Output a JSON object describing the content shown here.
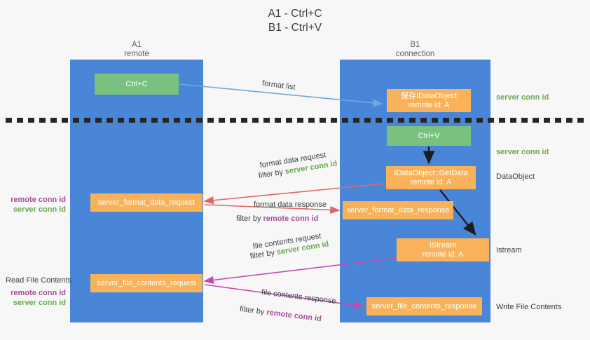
{
  "title": "A1 - Ctrl+C\nB1 - Ctrl+V",
  "columns": {
    "left": {
      "name": "A1",
      "sub": "remote",
      "header": "A1\nremote"
    },
    "right": {
      "name": "B1",
      "sub": "connection",
      "header": "B1\nconnection"
    }
  },
  "colors": {
    "lane": "#4a86d8",
    "green_box": "#7ac17f",
    "orange_box": "#f9b25a",
    "server_conn_id": "#6aa84f",
    "remote_conn_id": "#a64d9a",
    "arrow_blue": "#6fa8dc",
    "arrow_red": "#e06666",
    "arrow_magenta": "#c24bb5",
    "arrow_dark": "#1c1c1c",
    "dashed_line": "#262626",
    "background": "#f7f7f7"
  },
  "boxes": {
    "ctrl_c": {
      "label": "Ctrl+C",
      "type": "green"
    },
    "save_idataobject": {
      "label": "保存IDataObject\nremote id: A",
      "type": "orange"
    },
    "ctrl_v": {
      "label": "Ctrl+V",
      "type": "green"
    },
    "getdata": {
      "label": "IDataObject::GetData\nremote id: A",
      "type": "orange"
    },
    "istream": {
      "label": "IStream\nremote id: A",
      "type": "orange"
    },
    "server_format_data_request": {
      "label": "server_format_data_request",
      "type": "orange"
    },
    "server_format_data_response": {
      "label": "server_format_data_response",
      "type": "orange"
    },
    "server_file_contents_request": {
      "label": "server_file_contents_request",
      "type": "orange"
    },
    "server_file_contents_response": {
      "label": "server_file_contents_response",
      "type": "orange"
    }
  },
  "edge_labels": {
    "format_list": "format list",
    "format_data_request": "format data request",
    "format_data_response": "format data response",
    "file_contents_request": "file contents request",
    "file_contents_response": "file contents response",
    "filter_by": "filter by ",
    "server_conn_id": "server conn id",
    "remote_conn_id": "remote conn id"
  },
  "right_annotations": [
    {
      "text": "server conn id",
      "style": "green"
    },
    {
      "text": "server conn id",
      "style": "green"
    },
    {
      "text": "DataObject",
      "style": "dark"
    },
    {
      "text": "Istream",
      "style": "dark"
    },
    {
      "text": "Write File Contents",
      "style": "dark"
    }
  ],
  "left_annotations": [
    {
      "remote": "remote conn id",
      "server": "server conn id"
    },
    {
      "heading": "Read File Contents",
      "remote": "remote conn id",
      "server": "server conn id"
    }
  ]
}
